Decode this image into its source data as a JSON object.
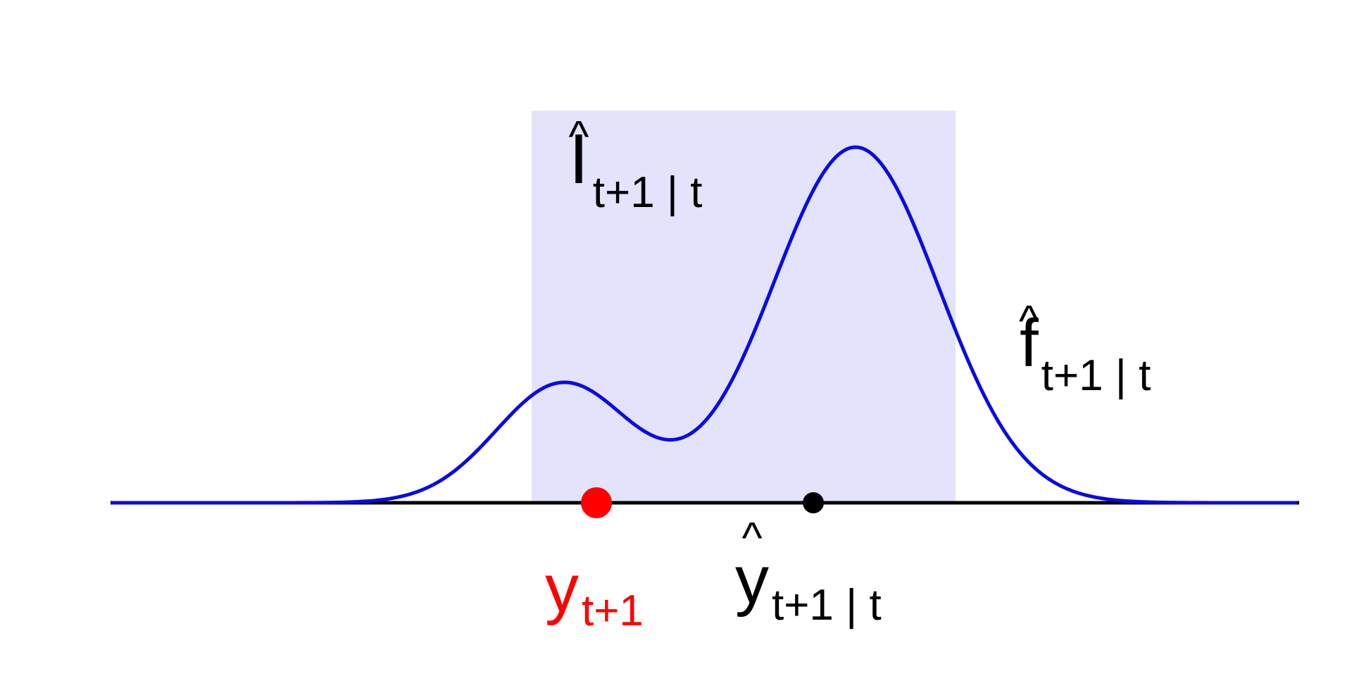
{
  "colors": {
    "background": "#ffffff",
    "interval_fill": "#e3e3fb",
    "density_curve": "#0a0ae6",
    "axis_line": "#000000",
    "observed_point": "#ff0000",
    "forecast_point": "#000000",
    "label_default": "#000000",
    "label_observed": "#ff0000"
  },
  "labels": {
    "interval": {
      "hat": "^",
      "main": "I",
      "sub": "t+1 | t"
    },
    "density": {
      "hat": "^",
      "main": "f",
      "sub": "t+1 | t"
    },
    "observed": {
      "main": "y",
      "sub": "t+1"
    },
    "forecast": {
      "hat": "^",
      "main": "y",
      "sub": "t+1 | t"
    }
  }
}
